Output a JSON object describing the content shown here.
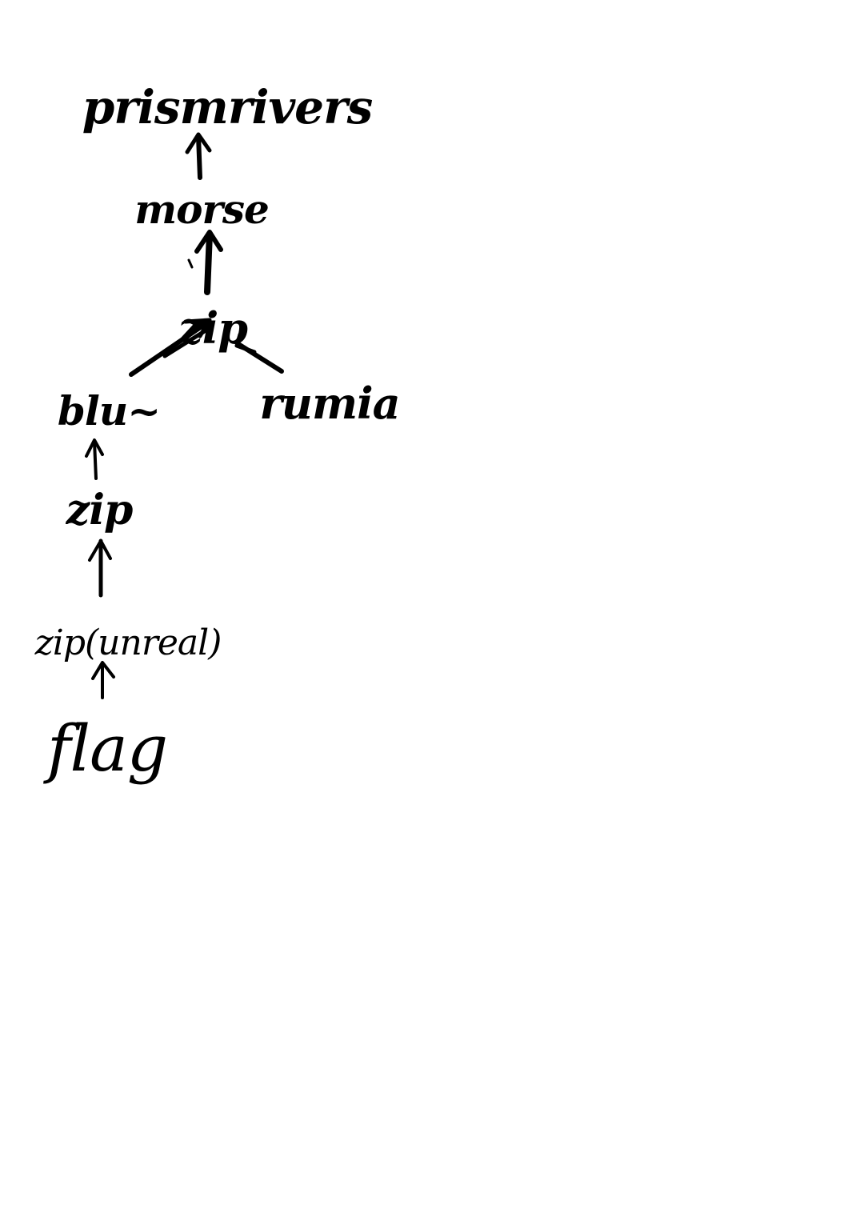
{
  "diagram": {
    "background_color": "#ffffff",
    "ink_color": "#000000",
    "nodes": {
      "prismrivers": "prismrivers",
      "morse": "morse",
      "zip_top": "zip",
      "blue": "blu~",
      "rumia": "rumia",
      "zip_mid": "zip",
      "zip_unreal": "zip(unreal)",
      "flag": "flag"
    },
    "edges": [
      {
        "from": "morse",
        "to": "prismrivers"
      },
      {
        "from": "zip_top",
        "to": "morse"
      },
      {
        "from": "blue",
        "to": "zip_top"
      },
      {
        "from": "rumia",
        "to": "zip_top"
      },
      {
        "from": "zip_mid",
        "to": "blue"
      },
      {
        "from": "zip_unreal",
        "to": "zip_mid"
      },
      {
        "from": "flag",
        "to": "zip_unreal"
      }
    ]
  }
}
